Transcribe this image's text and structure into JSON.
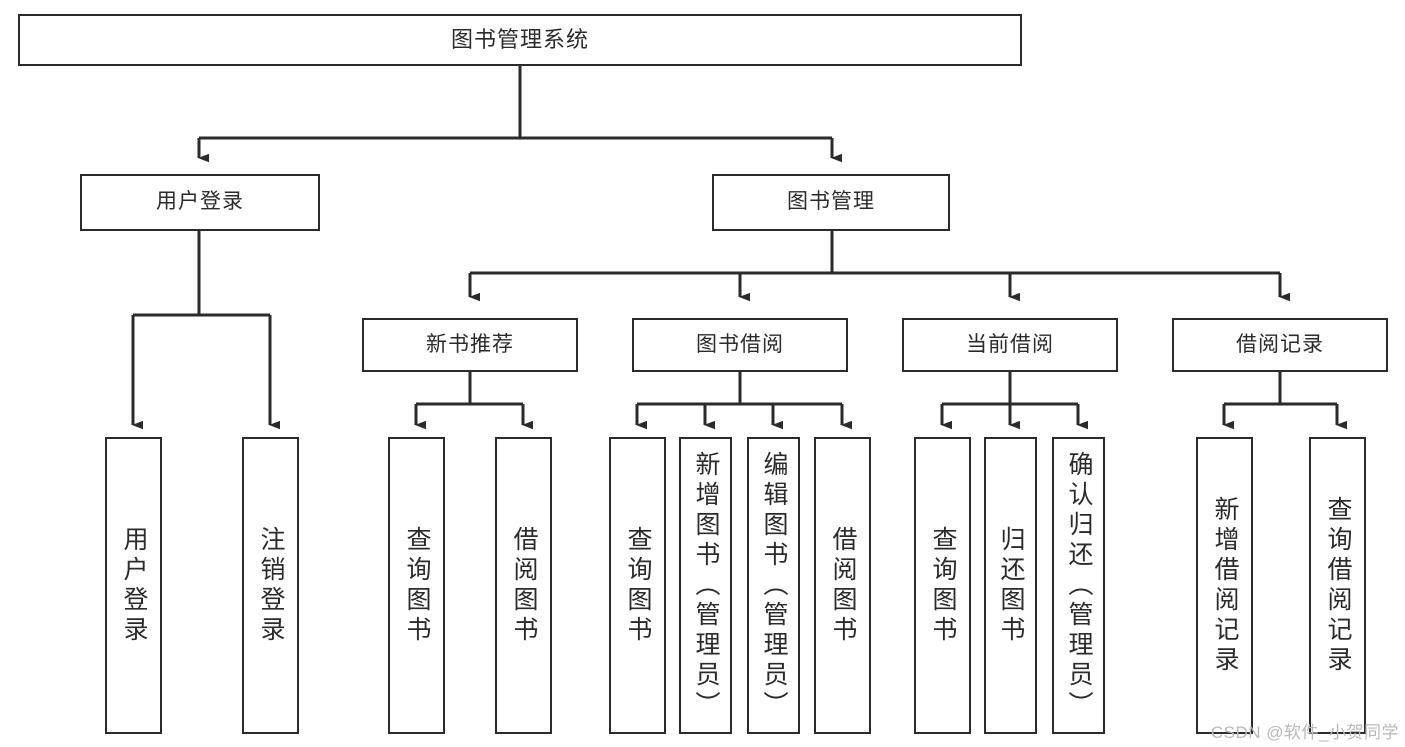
{
  "diagram": {
    "title": "图书管理系统",
    "type": "hierarchy-tree",
    "watermark": "CSDN @软件_小贺同学",
    "colors": {
      "stroke": "#2b2b2b",
      "fill": "#ffffff",
      "text": "#2b2b2b",
      "watermark": "#b9b9b9"
    },
    "levels": {
      "level0": [
        "图书管理系统"
      ],
      "level1": [
        "用户登录",
        "图书管理"
      ],
      "level2": [
        "新书推荐",
        "图书借阅",
        "当前借阅",
        "借阅记录"
      ],
      "level3": [
        "用户登录",
        "注销登录",
        "查询图书",
        "借阅图书",
        "查询图书",
        "新增图书（管理员）",
        "编辑图书（管理员）",
        "借阅图书",
        "查询图书",
        "归还图书",
        "确认归还（管理员）",
        "新增借阅记录",
        "查询借阅记录"
      ]
    },
    "nodes": {
      "root": {
        "label": "图书管理系统"
      },
      "user_login": {
        "label": "用户登录"
      },
      "book_manage": {
        "label": "图书管理"
      },
      "new_book_rec": {
        "label": "新书推荐"
      },
      "book_borrow": {
        "label": "图书借阅"
      },
      "current_borrow": {
        "label": "当前借阅"
      },
      "borrow_record": {
        "label": "借阅记录"
      },
      "leaf_user_login": {
        "label": "用户登录"
      },
      "leaf_logout": {
        "label": "注销登录"
      },
      "leaf_query_book_1": {
        "label": "查询图书"
      },
      "leaf_borrow_book_1": {
        "label": "借阅图书"
      },
      "leaf_query_book_2": {
        "label": "查询图书"
      },
      "leaf_add_book": {
        "label": "新增图书（管理员）"
      },
      "leaf_edit_book": {
        "label": "编辑图书（管理员）"
      },
      "leaf_borrow_book_2": {
        "label": "借阅图书"
      },
      "leaf_query_book_3": {
        "label": "查询图书"
      },
      "leaf_return_book": {
        "label": "归还图书"
      },
      "leaf_confirm_return": {
        "label": "确认归还（管理员）"
      },
      "leaf_add_record": {
        "label": "新增借阅记录"
      },
      "leaf_query_record": {
        "label": "查询借阅记录"
      }
    },
    "edges": [
      {
        "from": "root",
        "to": "user_login"
      },
      {
        "from": "root",
        "to": "book_manage"
      },
      {
        "from": "user_login",
        "to": "leaf_user_login"
      },
      {
        "from": "user_login",
        "to": "leaf_logout"
      },
      {
        "from": "book_manage",
        "to": "new_book_rec"
      },
      {
        "from": "book_manage",
        "to": "book_borrow"
      },
      {
        "from": "book_manage",
        "to": "current_borrow"
      },
      {
        "from": "book_manage",
        "to": "borrow_record"
      },
      {
        "from": "new_book_rec",
        "to": "leaf_query_book_1"
      },
      {
        "from": "new_book_rec",
        "to": "leaf_borrow_book_1"
      },
      {
        "from": "book_borrow",
        "to": "leaf_query_book_2"
      },
      {
        "from": "book_borrow",
        "to": "leaf_add_book"
      },
      {
        "from": "book_borrow",
        "to": "leaf_edit_book"
      },
      {
        "from": "book_borrow",
        "to": "leaf_borrow_book_2"
      },
      {
        "from": "current_borrow",
        "to": "leaf_query_book_3"
      },
      {
        "from": "current_borrow",
        "to": "leaf_return_book"
      },
      {
        "from": "current_borrow",
        "to": "leaf_confirm_return"
      },
      {
        "from": "borrow_record",
        "to": "leaf_add_record"
      },
      {
        "from": "borrow_record",
        "to": "leaf_query_record"
      }
    ]
  }
}
